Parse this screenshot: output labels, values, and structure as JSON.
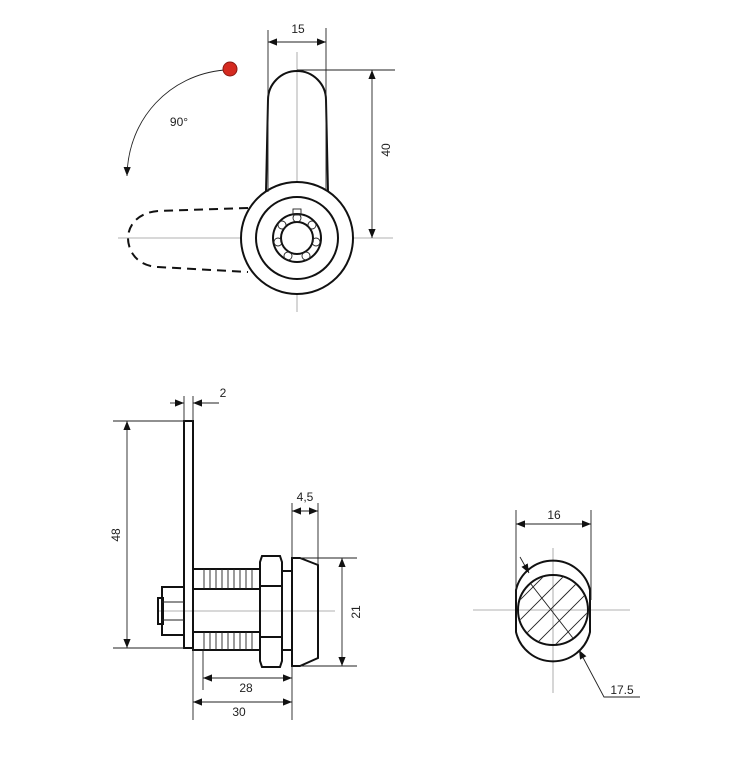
{
  "drawing": {
    "top_view": {
      "width_dim": "15",
      "height_dim": "40",
      "rotation_angle": "90°",
      "marker_color": "#d42a20"
    },
    "side_view": {
      "plate_thickness_dim": "2",
      "plate_height_dim": "48",
      "knob_depth_dim": "4,5",
      "knob_diameter_dim": "21",
      "thread_length_dim": "28",
      "body_length_dim": "30"
    },
    "cross_section": {
      "flat_width_dim": "16",
      "diameter_dim": "17.5"
    }
  }
}
